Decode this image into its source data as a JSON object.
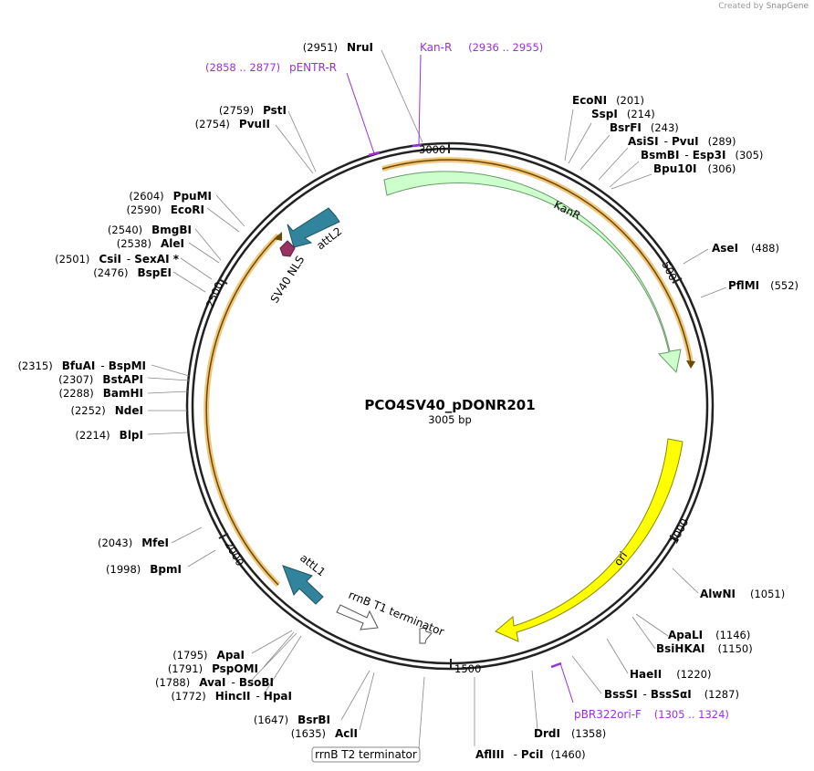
{
  "brand": {
    "created_by": "Created by",
    "name": "SnapGene"
  },
  "plasmid": {
    "name": "PCO4SV40_pDONR201",
    "size": "3005 bp"
  },
  "ticks": [
    "500",
    "1000",
    "1500",
    "2000",
    "2500",
    "3000"
  ],
  "sites": [
    {
      "pos": "(201)",
      "name": "EcoNI"
    },
    {
      "pos": "(214)",
      "name": "SspI"
    },
    {
      "pos": "(243)",
      "name": "BsrFI"
    },
    {
      "pos": "(289)",
      "name": "AsiSI",
      "sep": "-",
      "name2": "PvuI"
    },
    {
      "pos": "(305)",
      "name": "BsmBI",
      "sep": "-",
      "name2": "Esp3I"
    },
    {
      "pos": "(306)",
      "name": "Bpu10I"
    },
    {
      "pos": "(488)",
      "name": "AseI"
    },
    {
      "pos": "(552)",
      "name": "PflMI"
    },
    {
      "pos": "(1051)",
      "name": "AlwNI"
    },
    {
      "pos": "(1146)",
      "name": "ApaLI"
    },
    {
      "pos": "(1150)",
      "name": "BsiHKAI"
    },
    {
      "pos": "(1220)",
      "name": "HaeII"
    },
    {
      "pos": "(1287)",
      "name": "BssSI",
      "sep": "-",
      "name2": "BssSαI"
    },
    {
      "pos": "(1358)",
      "name": "DrdI"
    },
    {
      "pos": "(1460)",
      "name": "AflIII",
      "sep": "-",
      "name2": "PciI"
    },
    {
      "pos": "(1635)",
      "name": "AclI"
    },
    {
      "pos": "(1647)",
      "name": "BsrBI"
    },
    {
      "pos": "(1772)",
      "name": "HincII",
      "sep": "-",
      "name2": "HpaI"
    },
    {
      "pos": "(1788)",
      "name": "AvaI",
      "sep": "-",
      "name2": "BsoBI"
    },
    {
      "pos": "(1791)",
      "name": "PspOMI"
    },
    {
      "pos": "(1795)",
      "name": "ApaI"
    },
    {
      "pos": "(1998)",
      "name": "BpmI"
    },
    {
      "pos": "(2043)",
      "name": "MfeI"
    },
    {
      "pos": "(2214)",
      "name": "BlpI"
    },
    {
      "pos": "(2252)",
      "name": "NdeI"
    },
    {
      "pos": "(2288)",
      "name": "BamHI"
    },
    {
      "pos": "(2307)",
      "name": "BstAPI"
    },
    {
      "pos": "(2315)",
      "name": "BfuAI",
      "sep": "-",
      "name2": "BspMI"
    },
    {
      "pos": "(2476)",
      "name": "BspEI"
    },
    {
      "pos": "(2501)",
      "name": "CsiI",
      "sep": "-",
      "name2": "SexAI *"
    },
    {
      "pos": "(2538)",
      "name": "AleI"
    },
    {
      "pos": "(2540)",
      "name": "BmgBI"
    },
    {
      "pos": "(2590)",
      "name": "EcoRI"
    },
    {
      "pos": "(2604)",
      "name": "PpuMI"
    },
    {
      "pos": "(2754)",
      "name": "PvuII"
    },
    {
      "pos": "(2759)",
      "name": "PstI"
    },
    {
      "pos": "(2951)",
      "name": "NruI"
    }
  ],
  "primers": [
    {
      "name": "Kan-R",
      "range": "(2936 .. 2955)"
    },
    {
      "name": "pENTR-R",
      "range": "(2858 .. 2877)"
    },
    {
      "name": "pBR322ori-F",
      "range": "(1305 .. 1324)"
    }
  ],
  "features": {
    "kanr": "KanR",
    "ori": "ori",
    "attL2": "attL2",
    "sv40": "SV40 NLS",
    "attL1": "attL1",
    "rrnb_t1": "rrnB T1 terminator",
    "rrnb_t2": "rrnB T2 terminator"
  },
  "colors": {
    "kanr": "#ccffcc",
    "ori": "#ffff00",
    "att": "#31849b",
    "sv40": "#993366",
    "orf": "#f2c67a",
    "primer": "#9b30d9"
  }
}
